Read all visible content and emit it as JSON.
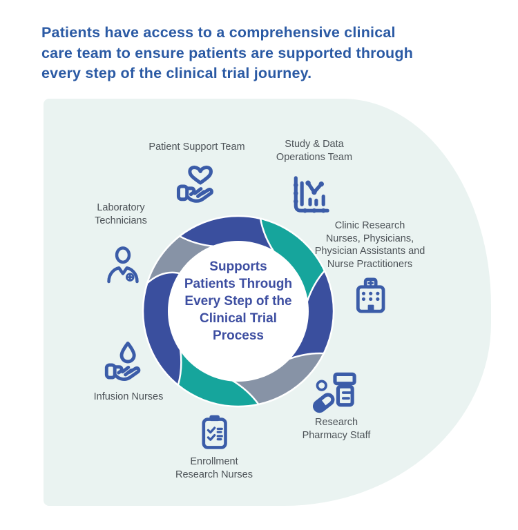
{
  "header": {
    "text": "Patients have access to a comprehensive clinical\ncare team to ensure patients are supported through\nevery step of the clinical trial journey."
  },
  "diagram": {
    "center_text": "Supports\nPatients Through\nEvery Step of the\nClinical Trial\nProcess",
    "roles": [
      {
        "label": "Patient Support Team",
        "icon": "heart-in-hand-icon"
      },
      {
        "label": "Study & Data\nOperations Team",
        "icon": "bar-line-chart-icon"
      },
      {
        "label": "Clinic Research\nNurses, Physicians,\nPhysician Assistants and\nNurse Practitioners",
        "icon": "hospital-building-icon"
      },
      {
        "label": "Research\nPharmacy Staff",
        "icon": "pill-bottle-icon"
      },
      {
        "label": "Enrollment\nResearch Nurses",
        "icon": "clipboard-checklist-icon"
      },
      {
        "label": "Infusion Nurses",
        "icon": "droplet-in-hand-icon"
      },
      {
        "label": "Laboratory\nTechnicians",
        "icon": "lab-technician-icon"
      }
    ]
  },
  "colors": {
    "header-blue": "#2B5AA4",
    "center-text-blue": "#3D4EA1",
    "ring-blue": "#3A4F9E",
    "ring-teal": "#16A59C",
    "ring-gray": "#8793A6",
    "icon-blue": "#3B5CA8",
    "label-gray": "#4C5257",
    "panel-mint": "#EAF3F1"
  }
}
